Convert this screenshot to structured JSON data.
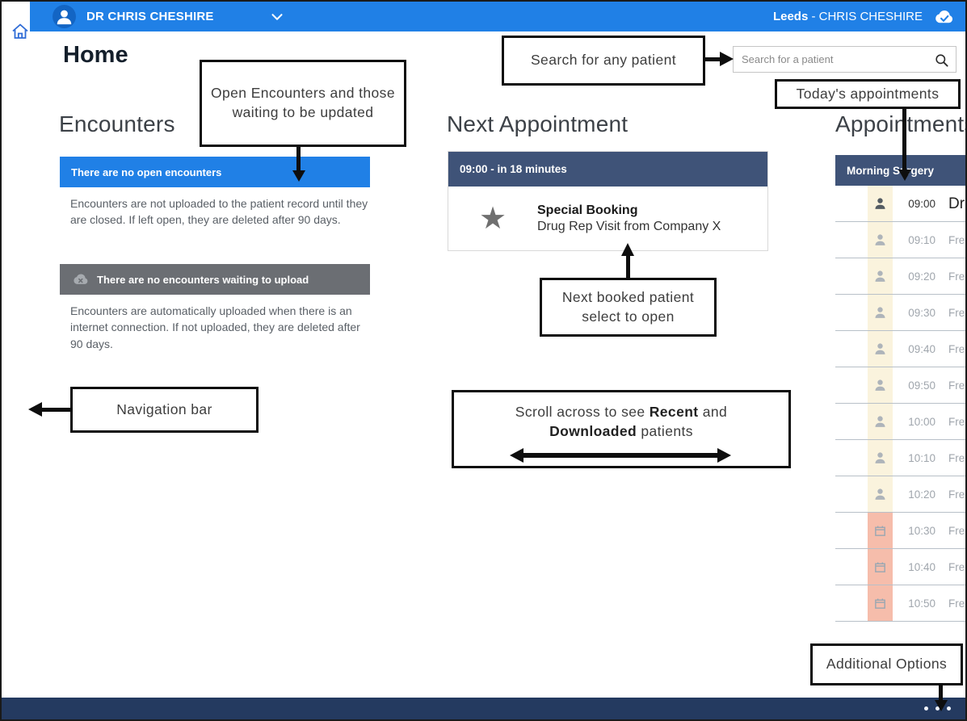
{
  "top_bar": {
    "user_name": "DR CHRIS CHESHIRE",
    "location": "Leeds",
    "separator": " - ",
    "account_name": "CHRIS CHESHIRE"
  },
  "page_title": "Home",
  "search": {
    "placeholder": "Search for a patient"
  },
  "encounters": {
    "heading": "Encounters",
    "open_banner": "There are no open encounters",
    "open_note": "Encounters are not uploaded to the patient record until they are closed. If left open, they are deleted after 90 days.",
    "upload_banner": "There are no encounters waiting to upload",
    "upload_note": "Encounters are automatically uploaded when there is an internet connection. If not uploaded, they are deleted after 90 days."
  },
  "next_appointment": {
    "heading": "Next Appointment",
    "time_banner": "09:00 - in 18 minutes",
    "star_glyph": "★",
    "title": "Special Booking",
    "subtitle": "Drug Rep Visit from Company X"
  },
  "appointments": {
    "heading": "Appointments",
    "session": "Morning Surgery",
    "rows": [
      {
        "time": "09:00",
        "status": "Drug Rep Visit from Company X",
        "icon": "person",
        "state": "booked"
      },
      {
        "time": "09:10",
        "status": "Free",
        "icon": "person",
        "state": "free"
      },
      {
        "time": "09:20",
        "status": "Free",
        "icon": "person",
        "state": "free"
      },
      {
        "time": "09:30",
        "status": "Free",
        "icon": "person",
        "state": "free"
      },
      {
        "time": "09:40",
        "status": "Free",
        "icon": "person",
        "state": "free"
      },
      {
        "time": "09:50",
        "status": "Free",
        "icon": "person",
        "state": "free"
      },
      {
        "time": "10:00",
        "status": "Free",
        "icon": "person",
        "state": "free"
      },
      {
        "time": "10:10",
        "status": "Free",
        "icon": "person",
        "state": "free"
      },
      {
        "time": "10:20",
        "status": "Free",
        "icon": "person",
        "state": "free"
      },
      {
        "time": "10:30",
        "status": "Free",
        "icon": "calendar",
        "state": "free"
      },
      {
        "time": "10:40",
        "status": "Free",
        "icon": "calendar",
        "state": "free"
      },
      {
        "time": "10:50",
        "status": "Free",
        "icon": "calendar",
        "state": "free"
      }
    ]
  },
  "callouts": {
    "open_encounters": "Open Encounters and those waiting to be updated",
    "search": "Search for any patient",
    "todays_appointments": "Today's appointments",
    "navigation_bar": "Navigation bar",
    "next_booked": "Next booked patient select to open",
    "scroll_line1_pre": "Scroll across to see ",
    "scroll_line1_bold": "Recent",
    "scroll_line1_post": " and",
    "scroll_line2_bold": "Downloaded",
    "scroll_line2_post": " patients",
    "additional_options": "Additional Options"
  },
  "colors": {
    "brand_blue": "#2080e6",
    "header_navy": "#3f5378",
    "footer_navy": "#243a60",
    "banner_gray": "#6b6e73",
    "strip_cream": "#faf3dd",
    "strip_pink": "#f6bdab"
  }
}
